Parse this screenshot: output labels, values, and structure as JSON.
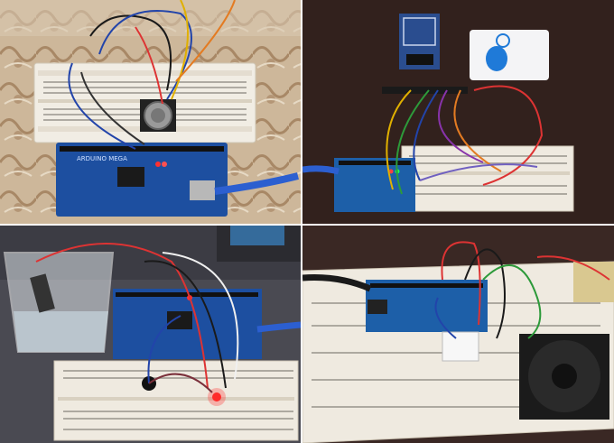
{
  "photos": [
    {
      "subject": "arduino-mega-gas-sensor"
    },
    {
      "subject": "arduino-uno-rfid-reader"
    },
    {
      "subject": "arduino-mega-water-sensor-buzzer"
    },
    {
      "subject": "arduino-uno-dht-sensor-fan"
    }
  ],
  "board_labels": {
    "mega": "ARDUINO MEGA"
  },
  "colors": {
    "breadboard": "#efeae0",
    "arduino_blue": "#1d4fa0",
    "led_red": "#ff2a2a",
    "usb_cable": "#2c5fd0"
  }
}
